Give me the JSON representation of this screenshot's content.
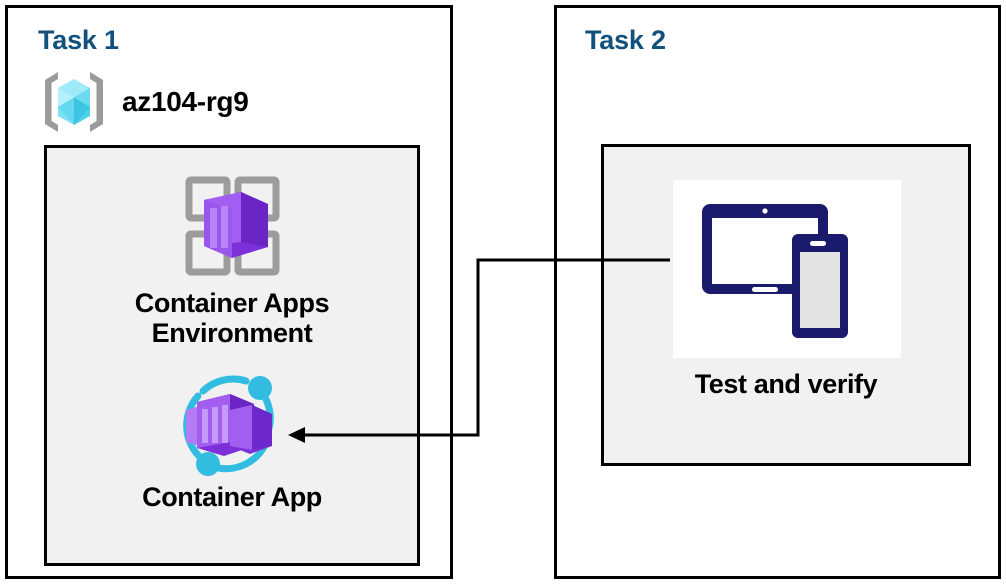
{
  "diagram": {
    "title": "Azure Container Apps task diagram",
    "background_color": "#ffffff",
    "panel_border_color": "#000000",
    "inner_box_fill": "#f1f1f1",
    "title_color": "#12517e",
    "connector_color": "#000000"
  },
  "task1": {
    "title": "Task 1",
    "resource_group": {
      "label": "az104-rg9",
      "icon": "resource-group-icon",
      "icon_colors": {
        "bracket": "#9b9b9b",
        "cube_light": "#9eeaf9",
        "cube_mid": "#50d9f5",
        "cube_dark": "#32bde0"
      }
    },
    "items": [
      {
        "label": "Container Apps Environment",
        "label_lines": [
          "Container Apps",
          "Environment"
        ],
        "icon": "container-apps-environment-icon",
        "icon_colors": {
          "frame": "#9c9c9c",
          "box_light": "#a25ef0",
          "box_mid": "#8a3fe0",
          "box_dark": "#6b25c4"
        }
      },
      {
        "label": "Container App",
        "label_lines": [
          "Container App"
        ],
        "icon": "container-app-icon",
        "icon_colors": {
          "ring": "#32bde0",
          "box_light": "#a968f2",
          "box_mid": "#8a3fe0",
          "box_dark": "#6d28cc"
        }
      }
    ]
  },
  "task2": {
    "title": "Task 2",
    "items": [
      {
        "label": "Test and verify",
        "icon": "devices-tablet-phone-icon",
        "icon_colors": {
          "device": "#1b1b6e",
          "screen": "#ffffff",
          "phone_screen": "#e4e4e4"
        }
      }
    ]
  },
  "connector": {
    "name": "test-and-verify-to-container-app-arrow",
    "from": "Test and verify",
    "to": "Container App",
    "arrow_head": "left",
    "stroke_width": 3
  }
}
